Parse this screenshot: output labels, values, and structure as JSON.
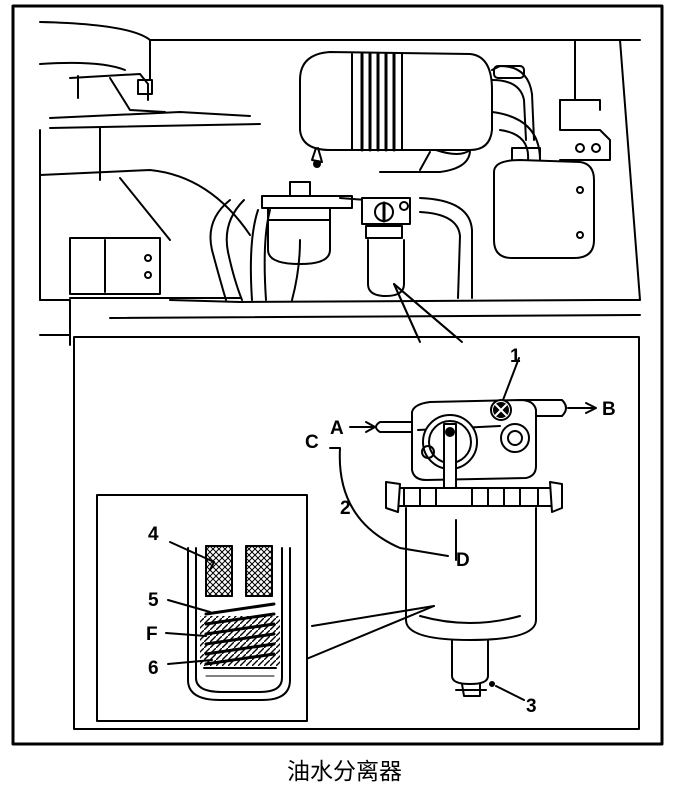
{
  "labels": {
    "l1": "1",
    "l2": "2",
    "l3": "3",
    "l4": "4",
    "l5": "5",
    "l6": "6",
    "lA": "A",
    "lB": "B",
    "lC": "C",
    "lD": "D",
    "lF": "F"
  },
  "caption": "油水分离器"
}
